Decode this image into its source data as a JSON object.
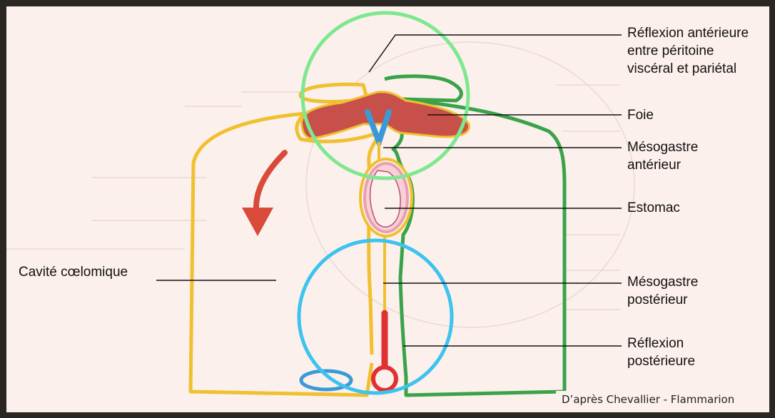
{
  "labels": {
    "reflexion_anterieure": "Réflexion antérieure\nentre péritoine\nviscéral et pariétal",
    "foie": "Foie",
    "mesogastre_anterieur": "Mésogastre\nantérieur",
    "estomac": "Estomac",
    "mesogastre_posterieur": "Mésogastre\npostérieur",
    "reflexion_posterieure": "Réflexion\npostérieure",
    "cavite_coelomique": "Cavité cœlomique"
  },
  "credit": "D’après Chevallier - Flammarion",
  "colors": {
    "background": "#fcf0ec",
    "frame": "#2a2622",
    "peritoneum_left": "#f0c030",
    "peritoneum_right": "#3aa34a",
    "liver": "#c8504a",
    "vessel_blue": "#3a9ad8",
    "stomach_pink": "#e8a0b0",
    "highlight_green": "#7de88f",
    "highlight_blue": "#3cc3ee",
    "arrow_red": "#d94a3a"
  },
  "icons": [
    "highlight-circle-anterior",
    "highlight-circle-posterior",
    "red-arrow-icon"
  ]
}
